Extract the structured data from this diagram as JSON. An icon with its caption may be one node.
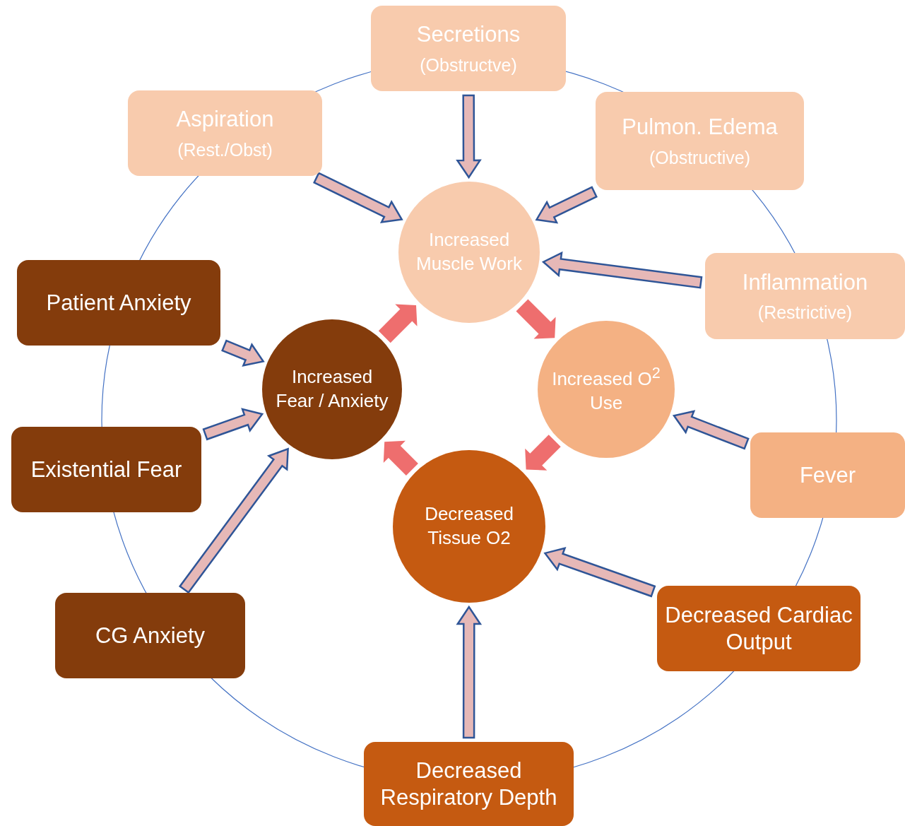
{
  "diagram": {
    "nodes": [
      {
        "text": [
          "Secretions",
          "(Obstructve)"
        ]
      },
      {
        "text": [
          "Aspiration",
          "(Rest./Obst)"
        ]
      },
      {
        "text": [
          "Pulmon. Edema",
          "(Obstructive)"
        ]
      },
      {
        "text": [
          "Inflammation",
          "(Restrictive)"
        ]
      },
      {
        "text": [
          "Patient Anxiety"
        ]
      },
      {
        "text": [
          "Existential Fear"
        ]
      },
      {
        "text": [
          "CG Anxiety"
        ]
      },
      {
        "text": [
          "Fever"
        ]
      },
      {
        "text": [
          "Decreased Cardiac Output"
        ]
      },
      {
        "text": [
          "Decreased Respiratory Depth"
        ]
      },
      {
        "text": [
          "Increased Muscle Work"
        ]
      },
      {
        "text": [
          "Increased O$^{2}$ Use"
        ]
      },
      {
        "text": [
          "Decreased Tissue O2"
        ]
      },
      {
        "text": [
          "Increased Fear / Anxiety"
        ]
      }
    ],
    "edges": [
      {
        "from": 0,
        "to": 10,
        "arrow": "to"
      },
      {
        "from": 1,
        "to": 10,
        "arrow": "to"
      },
      {
        "from": 2,
        "to": 10,
        "arrow": "to"
      },
      {
        "from": 3,
        "to": 10,
        "arrow": "to"
      },
      {
        "from": 4,
        "to": 13,
        "arrow": "to"
      },
      {
        "from": 5,
        "to": 13,
        "arrow": "to"
      },
      {
        "from": 6,
        "to": 13,
        "arrow": "to"
      },
      {
        "from": 7,
        "to": 11,
        "arrow": "to"
      },
      {
        "from": 8,
        "to": 12,
        "arrow": "to"
      },
      {
        "from": 9,
        "to": 12,
        "arrow": "to"
      },
      {
        "from": 10,
        "to": 11,
        "arrow": "to",
        "style": "thick",
        "color": "#ee6e6e"
      },
      {
        "from": 11,
        "to": 12,
        "arrow": "to",
        "style": "thick",
        "color": "#ee6e6e"
      },
      {
        "from": 12,
        "to": 13,
        "arrow": "to",
        "style": "thick",
        "color": "#ee6e6e"
      },
      {
        "from": 13,
        "to": 10,
        "arrow": "to",
        "style": "thick",
        "color": "#ee6e6e"
      }
    ]
  }
}
